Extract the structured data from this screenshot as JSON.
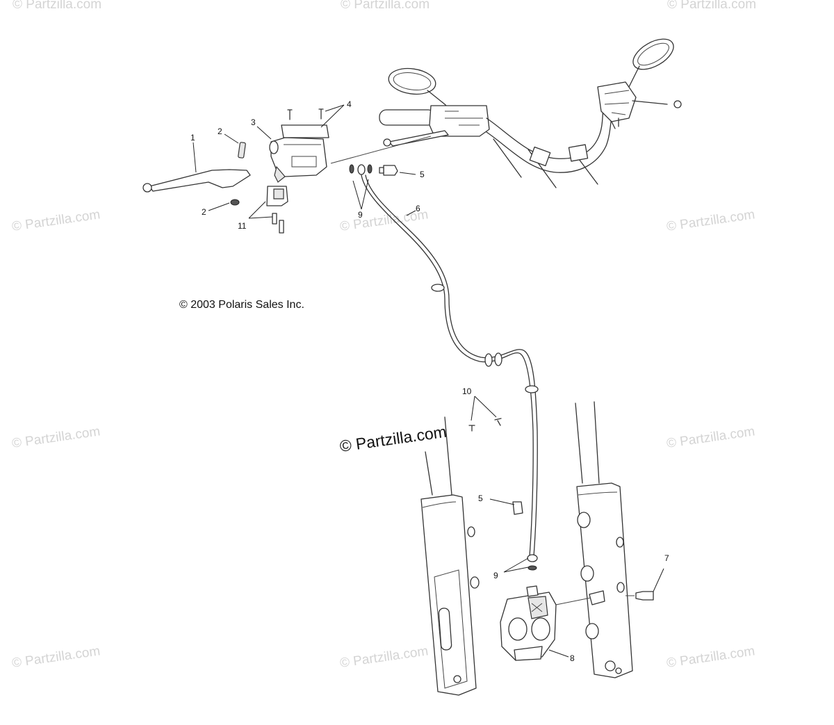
{
  "copyright": "© 2003 Polaris Sales Inc.",
  "watermark_text": "© Partzilla.com",
  "watermark_main": "© Partzilla.com",
  "callouts": {
    "c1": "1",
    "c2a": "2",
    "c2b": "2",
    "c3": "3",
    "c4": "4",
    "c5a": "5",
    "c5b": "5",
    "c6": "6",
    "c7": "7",
    "c8": "8",
    "c9a": "9",
    "c9b": "9",
    "c10": "10",
    "c11": "11"
  }
}
